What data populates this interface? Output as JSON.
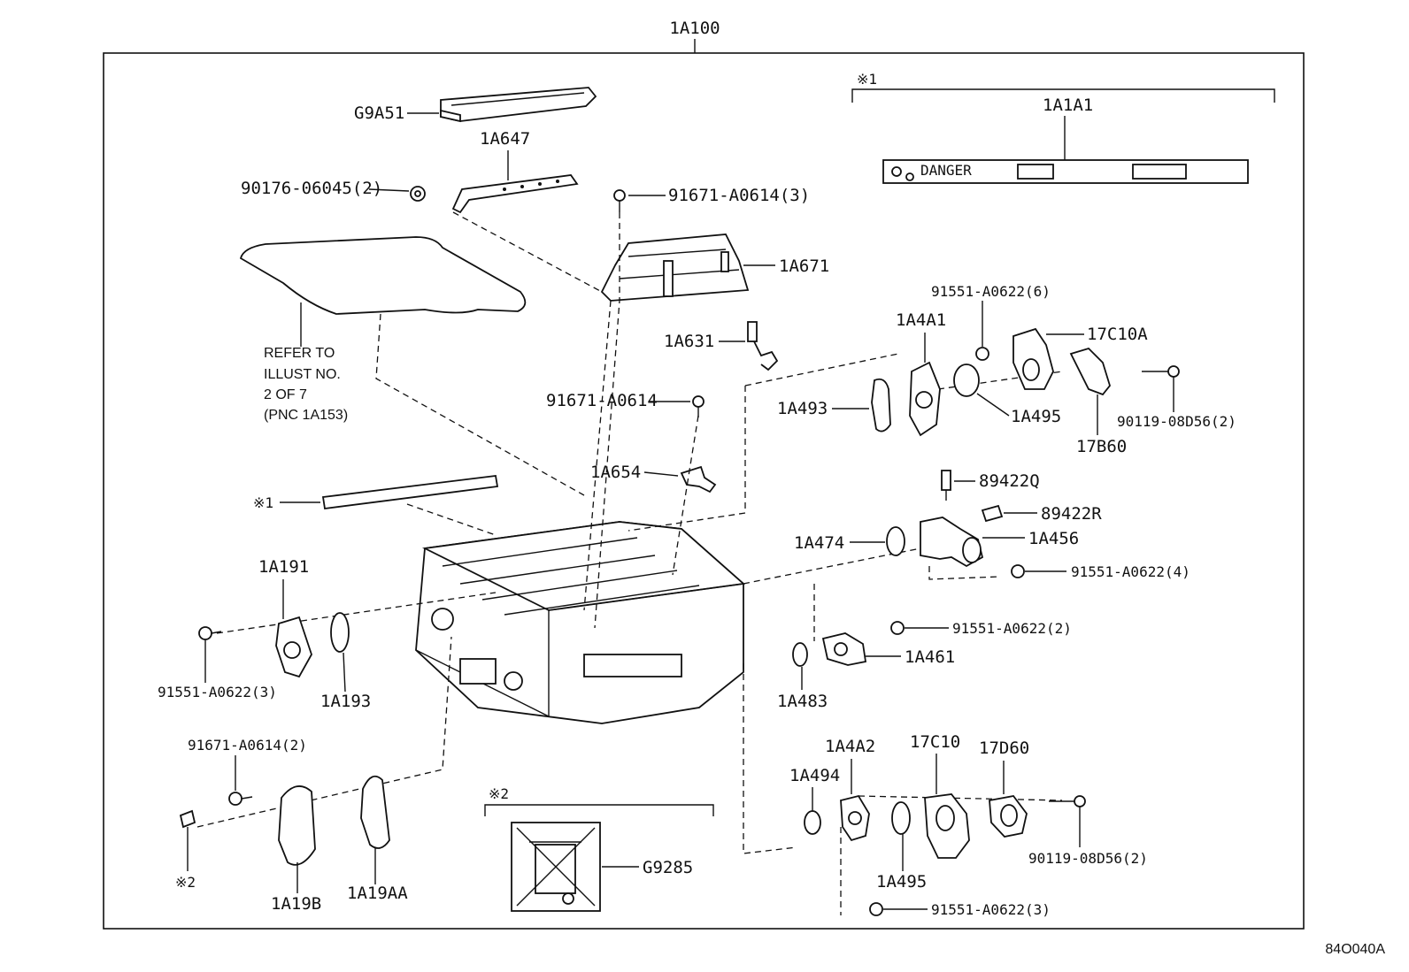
{
  "assembly": {
    "number": "1A100",
    "illustration_code": "84O040A"
  },
  "callouts": {
    "g9a51": "G9A51",
    "a647": "1A647",
    "bolt_90176": "90176-06045(2)",
    "bolt_91671_3": "91671-A0614(3)",
    "a671": "1A671",
    "a631": "1A631",
    "bolt_91671": "91671-A0614",
    "a654": "1A654",
    "mark1_left": "※1",
    "a191": "1A191",
    "bolt_91551_3_left": "91551-A0622(3)",
    "a193": "1A193",
    "bolt_91671_2": "91671-A0614(2)",
    "mark2_left": "※2",
    "a19b": "1A19B",
    "a19aa": "1A19AA",
    "mark2_box": "※2",
    "g9285": "G9285",
    "mark1_top": "※1",
    "a1a1": "1A1A1",
    "bolt_91551_6": "91551-A0622(6)",
    "a4a1": "1A4A1",
    "c17c10a": "17C10A",
    "a493": "1A493",
    "a495_top": "1A495",
    "bolt_90119_top": "90119-08D56(2)",
    "b17b60": "17B60",
    "s89422q": "89422Q",
    "s89422r": "89422R",
    "a474": "1A474",
    "a456": "1A456",
    "bolt_91551_4": "91551-A0622(4)",
    "bolt_91551_2": "91551-A0622(2)",
    "a461": "1A461",
    "a483": "1A483",
    "a4a2": "1A4A2",
    "c17c10": "17C10",
    "d17d60": "17D60",
    "a494": "1A494",
    "bolt_90119_bottom": "90119-08D56(2)",
    "a495_bottom": "1A495",
    "bolt_91551_3_bottom": "91551-A0622(3)"
  },
  "refer_note": {
    "line1": "REFER TO",
    "line2": "ILLUST NO.",
    "line3": "2 OF 7",
    "line4": "(PNC 1A153)"
  },
  "label_sticker_text": "DANGER"
}
